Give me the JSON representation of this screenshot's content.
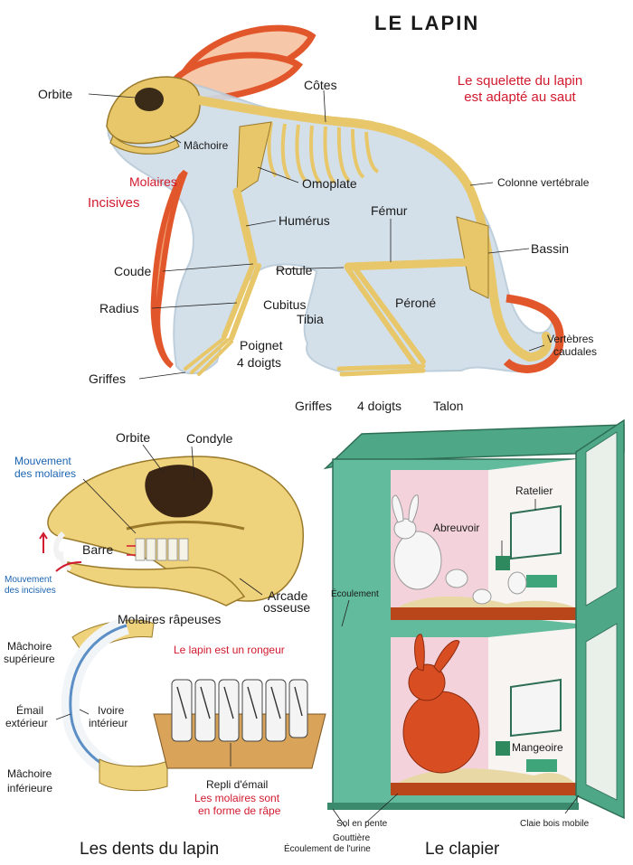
{
  "title": "LE LAPIN",
  "subtitle_line1": "Le squelette du lapin",
  "subtitle_line2": "est adapté au saut",
  "skeleton": {
    "orbite": "Orbite",
    "cotes": "Côtes",
    "machoire": "Mâchoire",
    "molaires": "Molaires",
    "incisives": "Incisives",
    "omoplate": "Omoplate",
    "colonne": "Colonne vertébrale",
    "humerus": "Humérus",
    "femur": "Fémur",
    "bassin": "Bassin",
    "coude": "Coude",
    "rotule": "Rotule",
    "radius": "Radius",
    "cubitus": "Cubitus",
    "perone": "Péroné",
    "tibia": "Tibia",
    "vertebres_1": "Vertèbres",
    "vertebres_2": "caudales",
    "poignet": "Poignet",
    "doigts_avant": "4 doigts",
    "griffes_avant": "Griffes",
    "griffes_arriere": "Griffes",
    "doigts_arriere": "4 doigts",
    "talon": "Talon"
  },
  "skull": {
    "orbite": "Orbite",
    "condyle": "Condyle",
    "mvt_molaires_1": "Mouvement",
    "mvt_molaires_2": "des molaires",
    "barre": "Barre",
    "mvt_incisives_1": "Mouvement",
    "mvt_incisives_2": "des incisives",
    "arcade_1": "Arcade",
    "arcade_2": "osseuse"
  },
  "teeth": {
    "molaires_rapeuses": "Molaires râpeuses",
    "machoire_sup_1": "Mâchoire",
    "machoire_sup_2": "supérieure",
    "rongeur": "Le lapin est un rongeur",
    "email_1": "Émail",
    "email_2": "extérieur",
    "ivoire_1": "Ivoire",
    "ivoire_2": "intérieur",
    "machoire_inf_1": "Mâchoire",
    "machoire_inf_2": "inférieure",
    "repli": "Repli d'émail",
    "forme_1": "Les molaires sont",
    "forme_2": "en forme de râpe",
    "caption": "Les dents du lapin"
  },
  "hutch": {
    "ratelier": "Ratelier",
    "abreuvoir": "Abreuvoir",
    "ecoulement": "Écoulement",
    "mangeoire": "Mangeoire",
    "sol": "Sol en pente",
    "claie": "Claie bois mobile",
    "gouttiere_1": "Gouttière",
    "gouttiere_2": "Écoulement de l'urine",
    "caption": "Le clapier"
  },
  "colors": {
    "bone": "#e8c76a",
    "skin": "#e2562b",
    "body": "#cfdde8",
    "hutch": "#5fb89a",
    "hutch_inner": "#f4d2dc",
    "rabbit_brown": "#d84e22"
  }
}
